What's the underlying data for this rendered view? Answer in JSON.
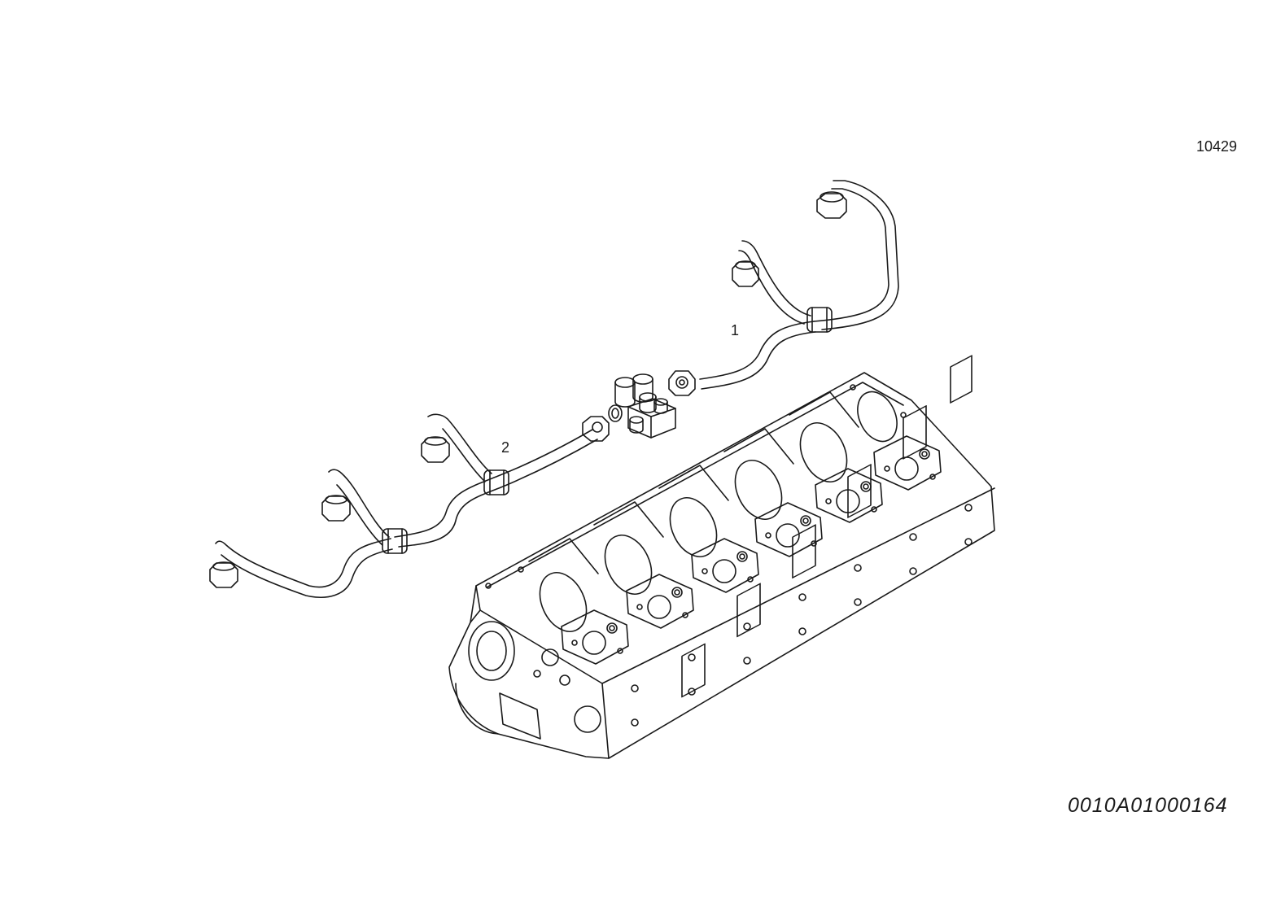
{
  "diagram": {
    "reference_number": "10429",
    "drawing_code": "0010A01000164",
    "callouts": [
      {
        "label": "1"
      },
      {
        "label": "2"
      }
    ]
  },
  "colors": {
    "line": "#1a1a1a",
    "background": "#ffffff"
  }
}
